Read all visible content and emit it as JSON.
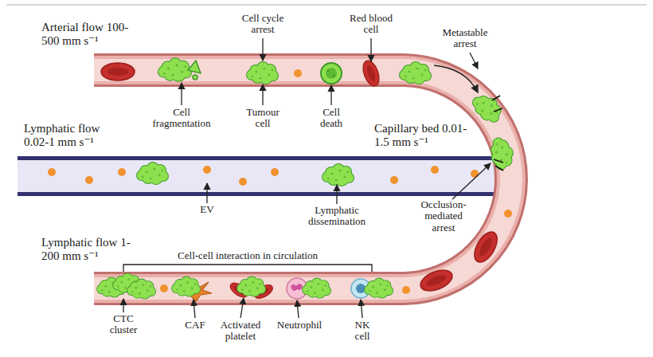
{
  "diagram": {
    "labels": [
      "Arterial flow 100-500 mm s⁻¹",
      "Cell cycle arrest",
      "Red blood cell",
      "Metastable arrest",
      "Cell fragmentation",
      "Tumour cell",
      "Cell death",
      "Lymphatic flow 0.02-1 mm s⁻¹",
      "Capillary bed 0.01-1.5 mm s⁻¹",
      "EV",
      "Lymphatic dissemination",
      "Occlusion-mediated arrest",
      "Lymphatic flow 1-200 mm s⁻¹",
      "Cell-cell interaction in circulation",
      "CTC cluster",
      "CAF",
      "Activated platelet",
      "Neutrophil",
      "NK cell"
    ]
  }
}
